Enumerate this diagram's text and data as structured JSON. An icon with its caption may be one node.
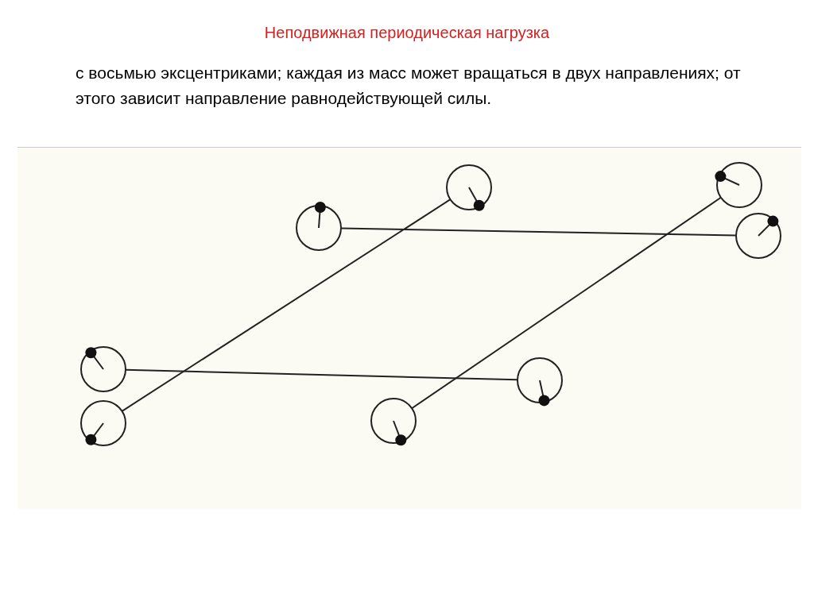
{
  "diagram": {
    "title": "Неподвижная периодическая нагрузка",
    "nodes": [
      {
        "text": [],
        "shape": "circle"
      },
      {
        "text": [],
        "shape": "circle"
      },
      {
        "text": [],
        "shape": "circle"
      },
      {
        "text": [],
        "shape": "circle"
      },
      {
        "text": [],
        "shape": "circle"
      },
      {
        "text": [],
        "shape": "circle"
      },
      {
        "text": [],
        "shape": "circle"
      },
      {
        "text": [],
        "shape": "circle"
      }
    ],
    "edges": [
      {
        "from": 2,
        "to": 7,
        "arrow": "none"
      },
      {
        "from": 4,
        "to": 1,
        "arrow": "none"
      },
      {
        "from": 6,
        "to": 3,
        "arrow": "none"
      },
      {
        "from": 0,
        "to": 5,
        "arrow": "none"
      }
    ],
    "labels": [
      "с восьмью эксцентриками; каждая из масс может вращаться в двух направлениях;  от этого зависит направление равнодействующей силы."
    ]
  }
}
